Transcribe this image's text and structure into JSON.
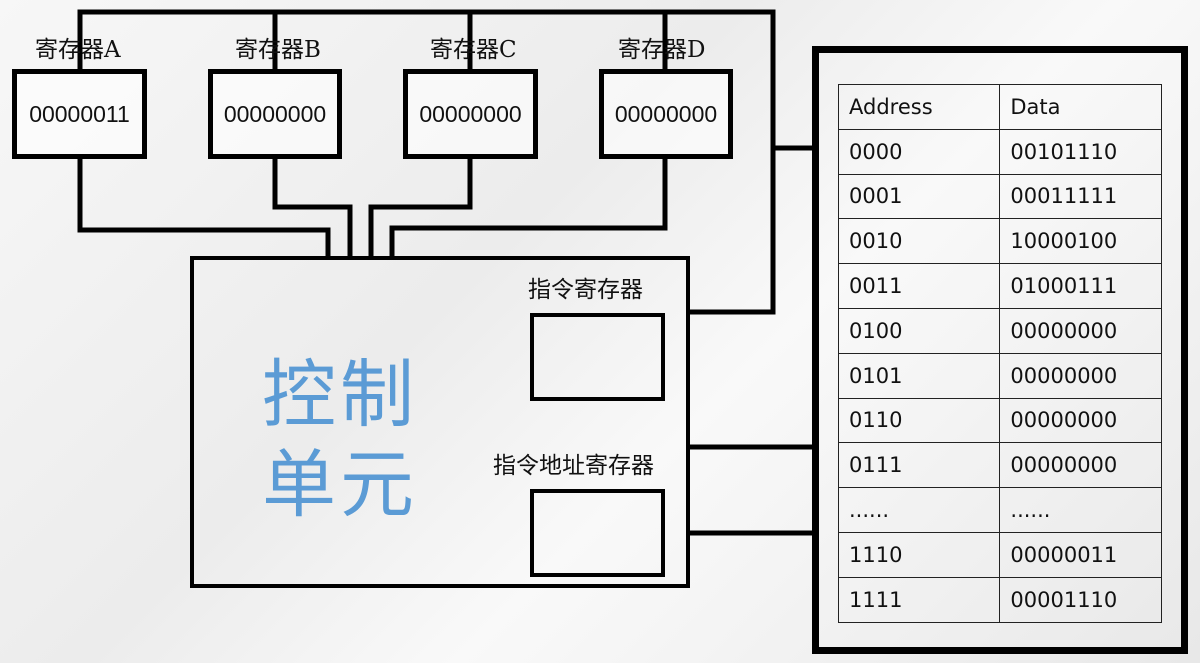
{
  "registers": [
    {
      "label": "寄存器A",
      "value": "00000011"
    },
    {
      "label": "寄存器B",
      "value": "00000000"
    },
    {
      "label": "寄存器C",
      "value": "00000000"
    },
    {
      "label": "寄存器D",
      "value": "00000000"
    }
  ],
  "control_unit": {
    "title_line1": "控制",
    "title_line2": "单元",
    "instruction_register": "指令寄存器",
    "instruction_address_register": "指令地址寄存器",
    "title_color": "#5b9bd5"
  },
  "memory": {
    "headers": [
      "Address",
      "Data"
    ],
    "rows": [
      [
        "0000",
        "00101110"
      ],
      [
        "0001",
        "00011111"
      ],
      [
        "0010",
        "10000100"
      ],
      [
        "0011",
        "01000111"
      ],
      [
        "0100",
        "00000000"
      ],
      [
        "0101",
        "00000000"
      ],
      [
        "0110",
        "00000000"
      ],
      [
        "0111",
        "00000000"
      ],
      [
        "......",
        "......"
      ],
      [
        "1110",
        "00000011"
      ],
      [
        "1111",
        "00001110"
      ]
    ]
  }
}
